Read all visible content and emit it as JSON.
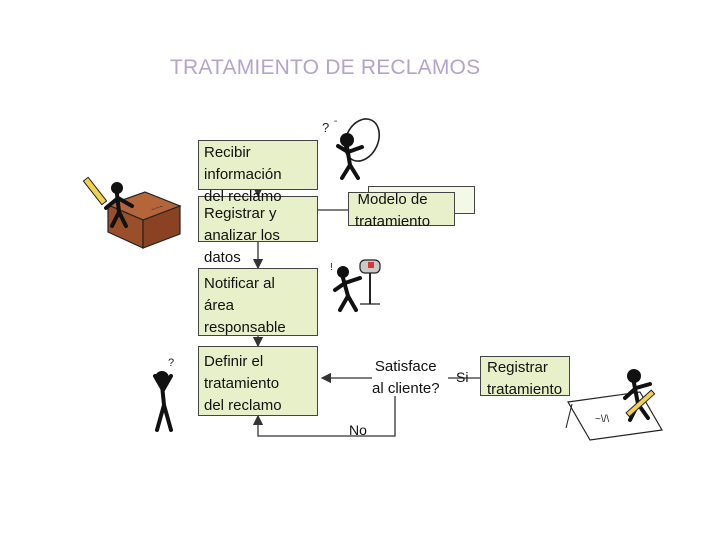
{
  "title": "TRATAMIENTO DE RECLAMOS",
  "steps": {
    "recibir": "Recibir\ninformación\ndel  reclamo",
    "registrar": "Registrar y\nanalizar los\ndatos",
    "notificar": "Notificar al\nárea\nresponsable",
    "definir": "Definir el\ntratamiento\ndel reclamo",
    "modelo": "Modelo de\ntratamiento",
    "satisface": "Satisface\nal cliente?",
    "registrar_trat": "Registrar\ntratamiento"
  },
  "decision_labels": {
    "si": "Si",
    "no": "No"
  },
  "colors": {
    "box_fill": "#e7f0c8",
    "title": "#b3a4cc",
    "line": "#333333"
  },
  "icons": [
    "writing-box-figure-icon",
    "thinking-figure-icon",
    "mailbox-figure-icon",
    "confused-figure-icon",
    "signing-figure-icon"
  ]
}
